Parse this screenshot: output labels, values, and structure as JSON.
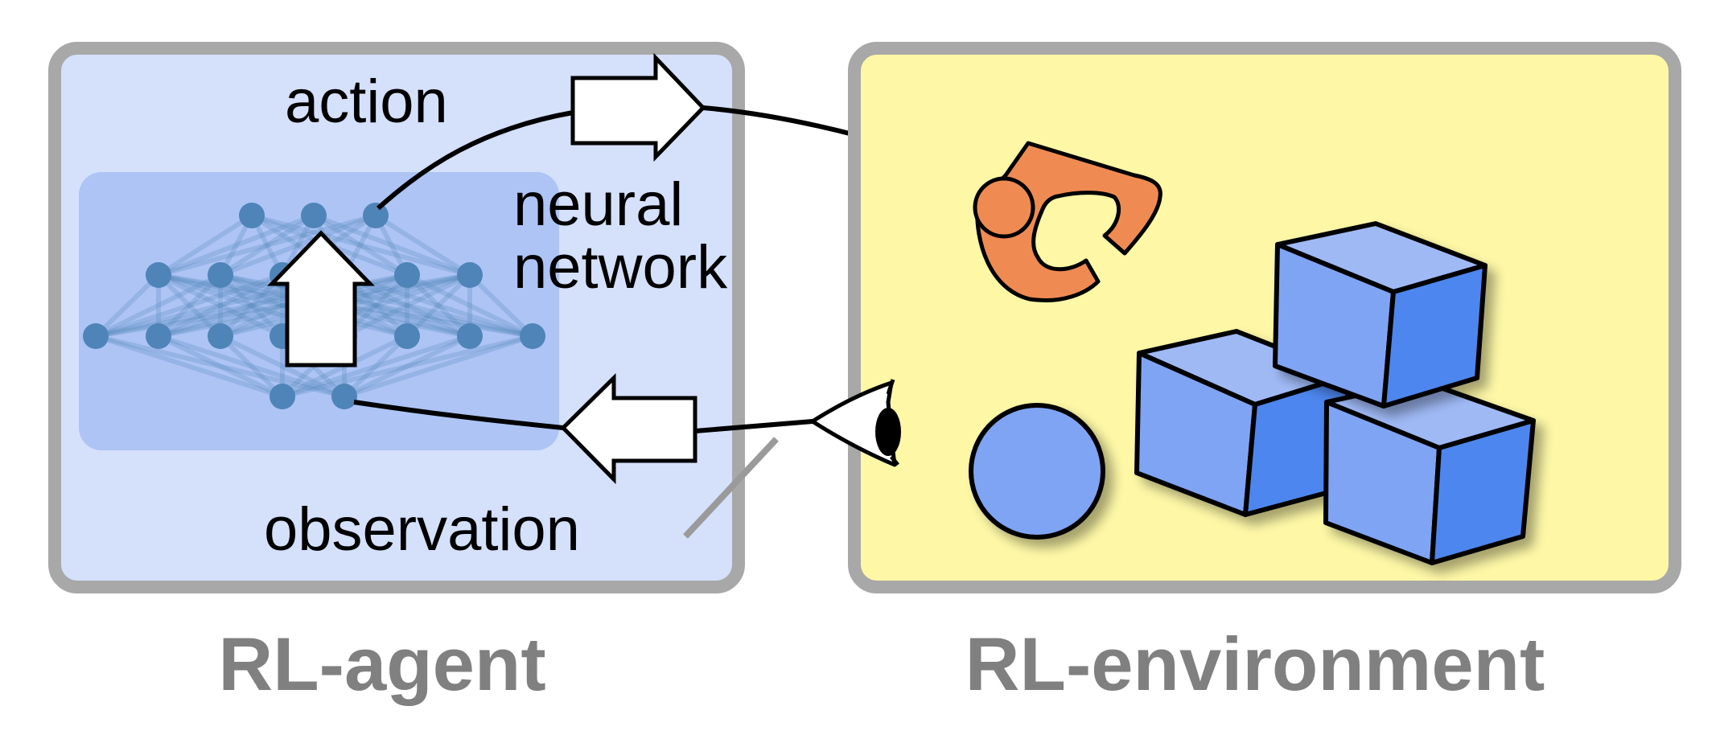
{
  "agent": {
    "caption": "RL-agent",
    "labels": {
      "action": "action",
      "network_line1": "neural",
      "network_line2": "network",
      "observation": "observation"
    }
  },
  "environment": {
    "caption": "RL-environment"
  },
  "icons": [
    "neural-network-icon",
    "robot-gripper-icon",
    "eye-icon",
    "cube-icon",
    "sphere-icon",
    "arrow-icon"
  ],
  "colors": {
    "agent_panel_bg": "#d5e0fb",
    "agent_inner_bg": "#adc4f5",
    "environment_panel_bg": "#fdf7a6",
    "panel_border": "#a8a8a8",
    "network_node": "#4f84b8",
    "gripper": "#ef8b52",
    "cube_top": "#9fb9f5",
    "cube_left": "#7fa4f3",
    "cube_right": "#4d86ee",
    "sphere": "#7fa4f3",
    "caption_text": "#808080"
  }
}
